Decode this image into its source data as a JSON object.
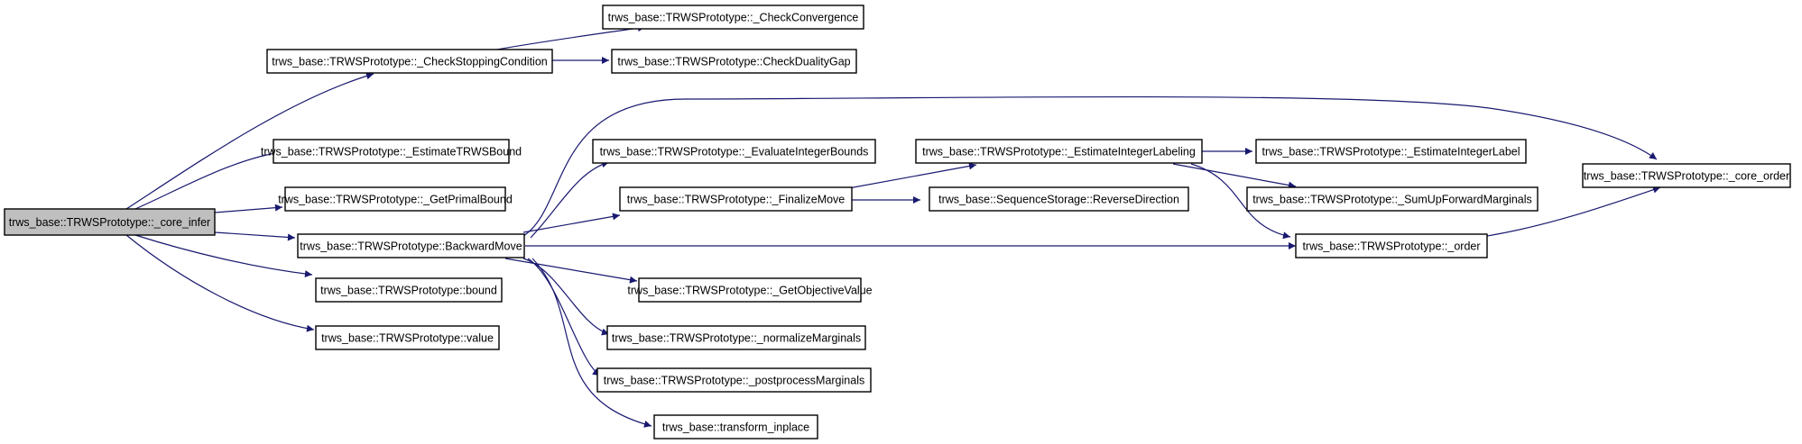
{
  "colors": {
    "edge": "#191970",
    "root_fill": "#bfbfbf",
    "node_fill": "#ffffff",
    "border": "#000000"
  },
  "nodes": {
    "core_infer": "trws_base::TRWSPrototype::_core_infer",
    "check_stopping": "trws_base::TRWSPrototype::_CheckStoppingCondition",
    "check_convergence": "trws_base::TRWSPrototype::_CheckConvergence",
    "check_duality_gap": "trws_base::TRWSPrototype::CheckDualityGap",
    "estimate_trws_bound": "trws_base::TRWSPrototype::_EstimateTRWSBound",
    "get_primal_bound": "trws_base::TRWSPrototype::_GetPrimalBound",
    "backward_move": "trws_base::TRWSPrototype::BackwardMove",
    "bound": "trws_base::TRWSPrototype::bound",
    "value": "trws_base::TRWSPrototype::value",
    "evaluate_integer_bounds": "trws_base::TRWSPrototype::_EvaluateIntegerBounds",
    "finalize_move": "trws_base::TRWSPrototype::_FinalizeMove",
    "get_objective_value": "trws_base::TRWSPrototype::_GetObjectiveValue",
    "normalize_marginals": "trws_base::TRWSPrototype::_normalizeMarginals",
    "postprocess_marginals": "trws_base::TRWSPrototype::_postprocessMarginals",
    "transform_inplace": "trws_base::transform_inplace",
    "estimate_integer_labeling": "trws_base::TRWSPrototype::_EstimateIntegerLabeling",
    "reverse_direction": "trws_base::SequenceStorage::ReverseDirection",
    "estimate_integer_label": "trws_base::TRWSPrototype::_EstimateIntegerLabel",
    "sum_up_forward_marginals": "trws_base::TRWSPrototype::_SumUpForwardMarginals",
    "order": "trws_base::TRWSPrototype::_order",
    "core_order": "trws_base::TRWSPrototype::_core_order"
  }
}
